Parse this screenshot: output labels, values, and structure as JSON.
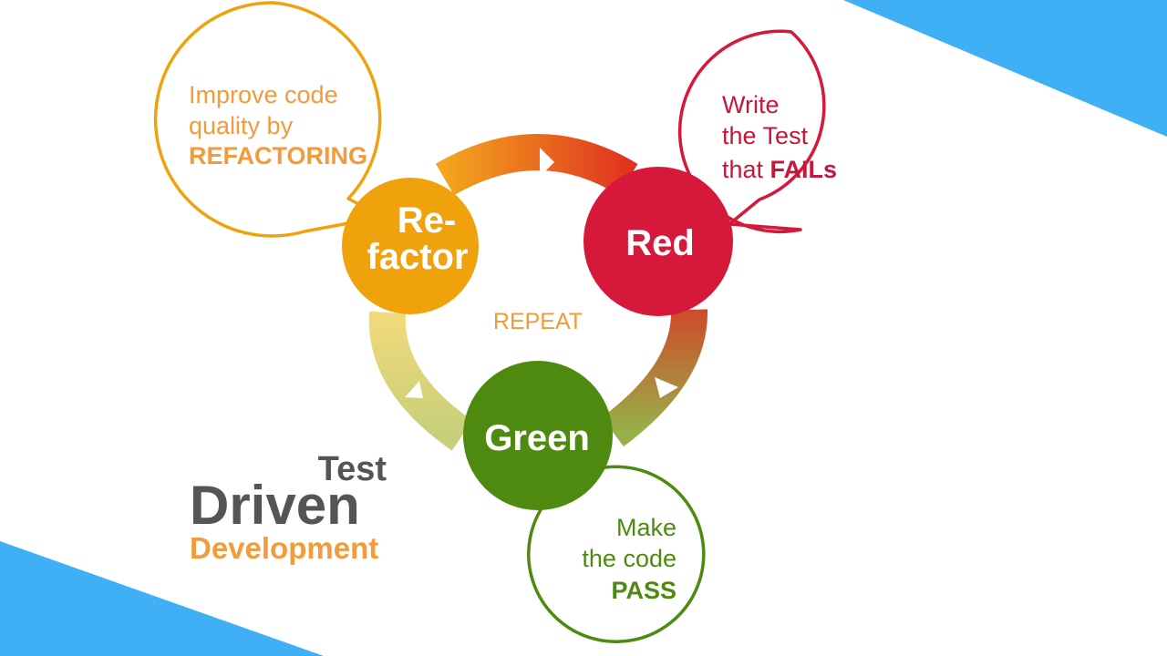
{
  "colors": {
    "refactor": "#f0a20c",
    "red": "#d6193b",
    "green": "#4f8a10",
    "accent_blue": "#3fb0f5",
    "brand_gray": "#555555",
    "brand_orange": "#f39a3b"
  },
  "diagram": {
    "center_label": "REPEAT",
    "nodes": {
      "refactor": {
        "line1": "Re-",
        "line2": "factor"
      },
      "red": {
        "label": "Red"
      },
      "green": {
        "label": "Green"
      }
    },
    "bubbles": {
      "refactor": {
        "line1": "Improve code",
        "line2": "quality by",
        "line3": "REFACTORING"
      },
      "red": {
        "line1": "Write",
        "line2": "the Test",
        "line3_prefix": "that ",
        "line3_bold": "FAILs"
      },
      "green": {
        "line1": "Make",
        "line2": "the code",
        "line3": "PASS"
      }
    }
  },
  "brand": {
    "line1": "Test",
    "line2": "Driven",
    "line3": "Development"
  }
}
